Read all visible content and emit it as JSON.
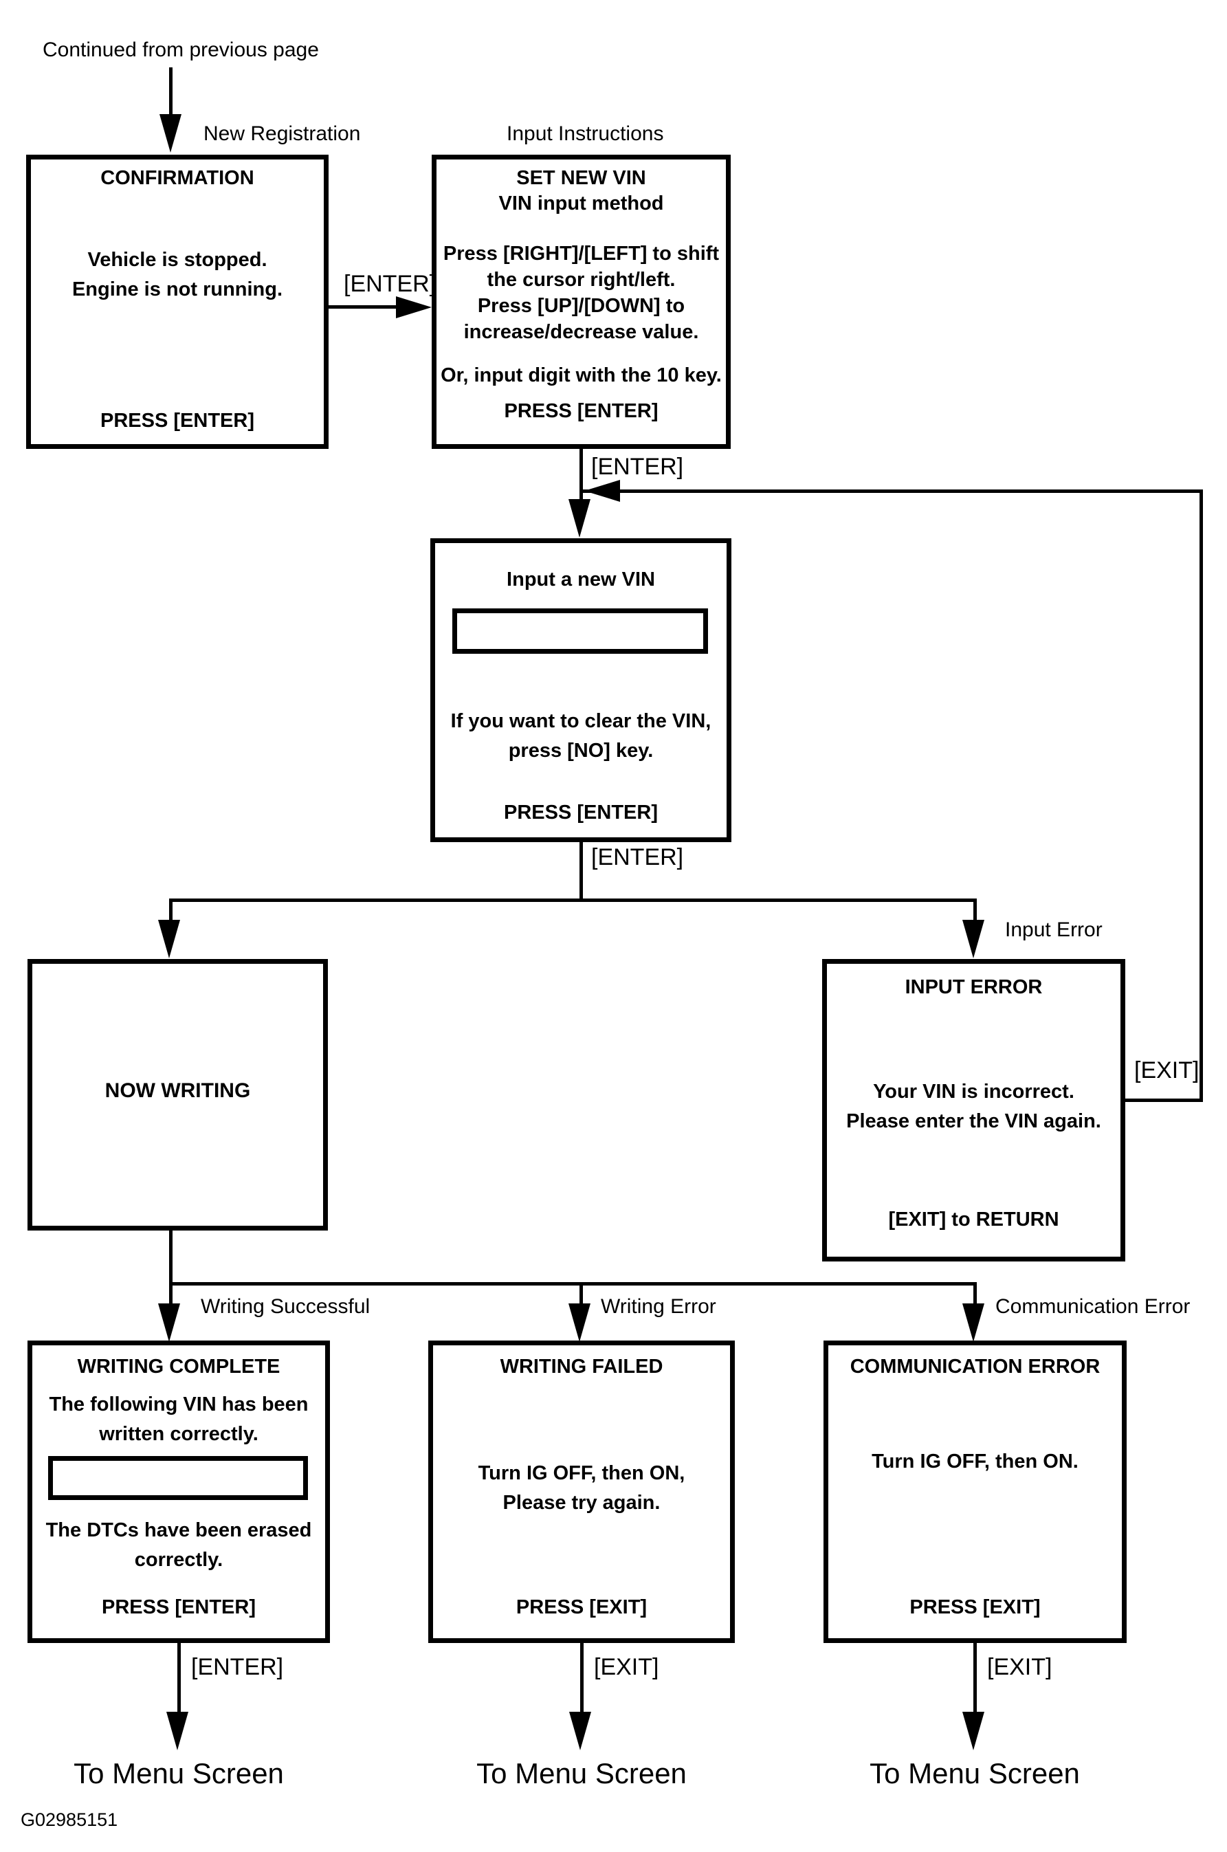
{
  "page": {
    "continued_from": "Continued from previous page",
    "figure_id": "G02985151"
  },
  "labels": {
    "new_registration": "New Registration",
    "input_instructions": "Input Instructions",
    "input_error": "Input Error",
    "writing_successful": "Writing Successful",
    "writing_error": "Writing Error",
    "communication_error": "Communication Error"
  },
  "connectors": {
    "enter_confirm": "[ENTER]",
    "enter_instructions": "[ENTER]",
    "enter_vin": "[ENTER]",
    "exit_return": "[EXIT]",
    "enter_complete": "[ENTER]",
    "exit_failed": "[EXIT]",
    "exit_comm": "[EXIT]"
  },
  "boxes": {
    "confirmation": {
      "title": "CONFIRMATION",
      "line1": "Vehicle is stopped.",
      "line2": "Engine is not running.",
      "footer": "PRESS [ENTER]"
    },
    "set_new_vin": {
      "title": "SET NEW VIN",
      "subtitle": "VIN input method",
      "line1": "Press [RIGHT]/[LEFT] to shift",
      "line2": "the cursor right/left.",
      "line3": "Press [UP]/[DOWN] to",
      "line4": "increase/decrease value.",
      "line5": "Or, input digit with the 10 key.",
      "footer": "PRESS [ENTER]"
    },
    "input_new_vin": {
      "title": "Input a new VIN",
      "vin_field_value": "",
      "line1": "If you want to clear the VIN,",
      "line2": "press [NO] key.",
      "footer": "PRESS [ENTER]"
    },
    "now_writing": {
      "title": "NOW WRITING"
    },
    "input_error": {
      "title": "INPUT ERROR",
      "line1": "Your VIN is incorrect.",
      "line2": "Please enter the VIN again.",
      "footer": "[EXIT] to RETURN"
    },
    "writing_complete": {
      "title": "WRITING COMPLETE",
      "line1": "The following VIN has been",
      "line2": "written correctly.",
      "vin_field_value": "",
      "line3": "The DTCs have been erased",
      "line4": "correctly.",
      "footer": "PRESS [ENTER]"
    },
    "writing_failed": {
      "title": "WRITING FAILED",
      "line1": "Turn IG OFF, then ON,",
      "line2": "Please try again.",
      "footer": "PRESS [EXIT]"
    },
    "communication_error": {
      "title": "COMMUNICATION ERROR",
      "line1": "Turn IG OFF, then ON.",
      "footer": "PRESS [EXIT]"
    }
  },
  "terminals": {
    "menu1": "To Menu Screen",
    "menu2": "To Menu Screen",
    "menu3": "To Menu Screen"
  }
}
